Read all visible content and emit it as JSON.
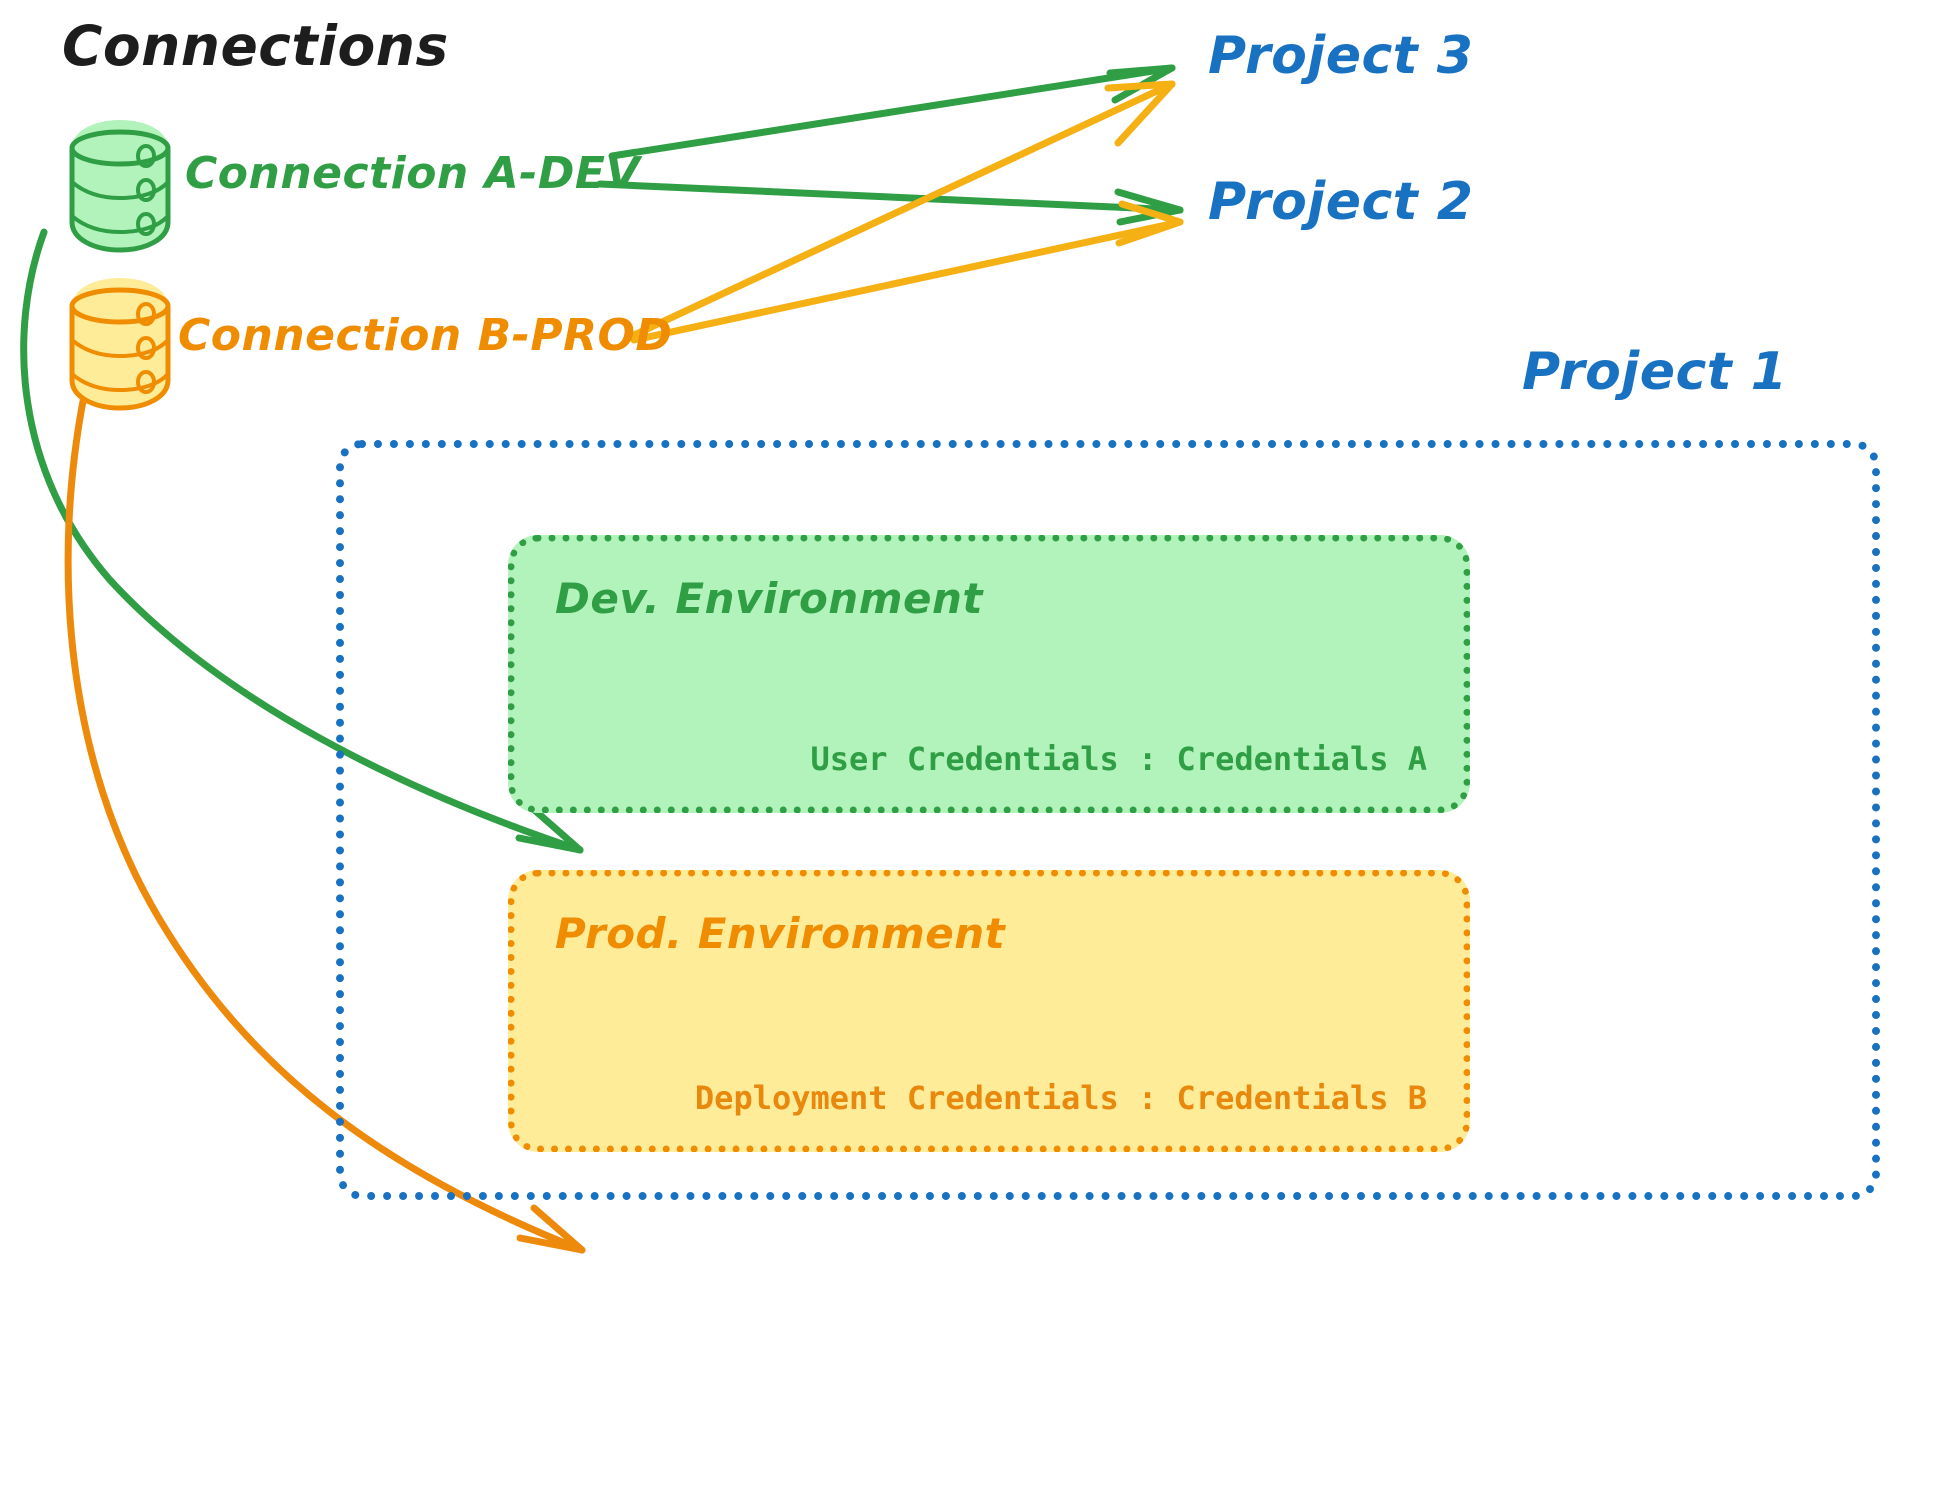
{
  "diagram": {
    "title": "Connections",
    "background_color": "#ffffff"
  },
  "colors": {
    "green": "#2f9e44",
    "green_fill": "#b2f2bb",
    "orange": "#f08c00",
    "orange_fill": "#ffec99",
    "blue": "#1971c2",
    "text_dark": "#1d1d1d"
  },
  "connections": [
    {
      "id": "connection-a-dev",
      "label": "Connection A-DEV",
      "color": "#2f9e44",
      "icon": "database-icon",
      "targets": [
        "Project 3",
        "Project 2",
        "Dev. Environment"
      ]
    },
    {
      "id": "connection-b-prod",
      "label": "Connection B-PROD",
      "color": "#f08c00",
      "icon": "database-icon",
      "targets": [
        "Project 3",
        "Project 2",
        "Prod. Environment"
      ]
    }
  ],
  "projects": [
    {
      "id": "project-3",
      "label": "Project 3"
    },
    {
      "id": "project-2",
      "label": "Project 2"
    },
    {
      "id": "project-1",
      "label": "Project 1"
    }
  ],
  "project1": {
    "label": "Project 1",
    "environments": [
      {
        "id": "dev-environment",
        "title": "Dev. Environment",
        "credentials_label": "User Credentials",
        "credentials_value": "Credentials A",
        "credentials_line": "User Credentials : Credentials A",
        "color": "#2f9e44",
        "fill": "#b2f2bb"
      },
      {
        "id": "prod-environment",
        "title": "Prod. Environment",
        "credentials_label": "Deployment Credentials",
        "credentials_value": "Credentials B",
        "credentials_line": "Deployment Credentials : Credentials B",
        "color": "#f08c00",
        "fill": "#ffec99"
      }
    ]
  }
}
